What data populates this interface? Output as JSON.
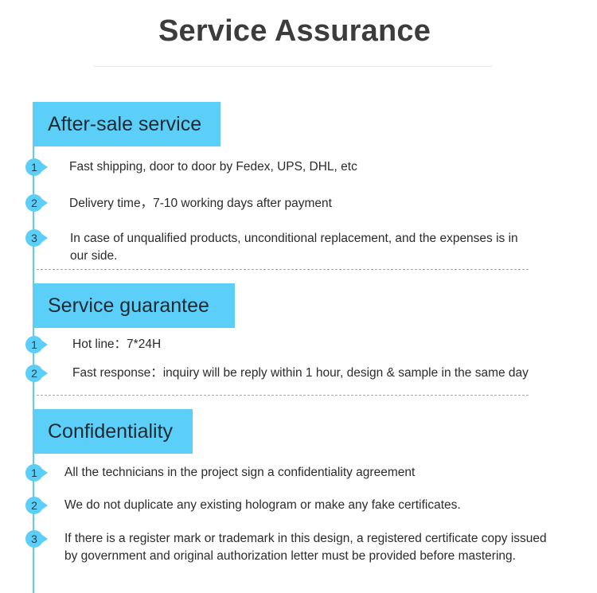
{
  "title": "Service Assurance",
  "sections": [
    {
      "heading": "After-sale service",
      "items": [
        {
          "num": "1",
          "text": "Fast shipping, door to door by Fedex, UPS, DHL, etc"
        },
        {
          "num": "2",
          "text": "Delivery time，7-10 working days after payment"
        },
        {
          "num": "3",
          "text": "In case of unqualified products, unconditional replacement, and the expenses is in our side."
        }
      ]
    },
    {
      "heading": "Service guarantee",
      "items": [
        {
          "num": "1",
          "text": "Hot line：7*24H"
        },
        {
          "num": "2",
          "text": "Fast response：inquiry will be reply within 1 hour, design & sample in the same day"
        }
      ]
    },
    {
      "heading": "Confidentiality",
      "items": [
        {
          "num": "1",
          "text": "All the technicians in the project sign a confidentiality agreement"
        },
        {
          "num": "2",
          "text": "We do not duplicate any existing hologram or make any fake certificates."
        },
        {
          "num": "3",
          "text": "If there is a register mark or trademark in this design, a registered certificate copy issued by government and original authorization letter must be provided before mastering."
        }
      ]
    }
  ],
  "colors": {
    "accent": "#5ccff8",
    "timeline": "#5ccfee",
    "title": "#3c3c3c"
  }
}
